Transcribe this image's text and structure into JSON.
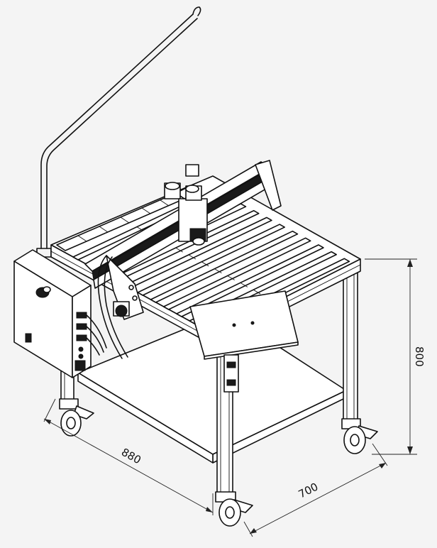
{
  "dimensions": {
    "width": "880",
    "depth": "700",
    "height": "800"
  },
  "colors": {
    "background": "#f4f4f4",
    "line": "#111111",
    "fill": "#ffffff"
  }
}
